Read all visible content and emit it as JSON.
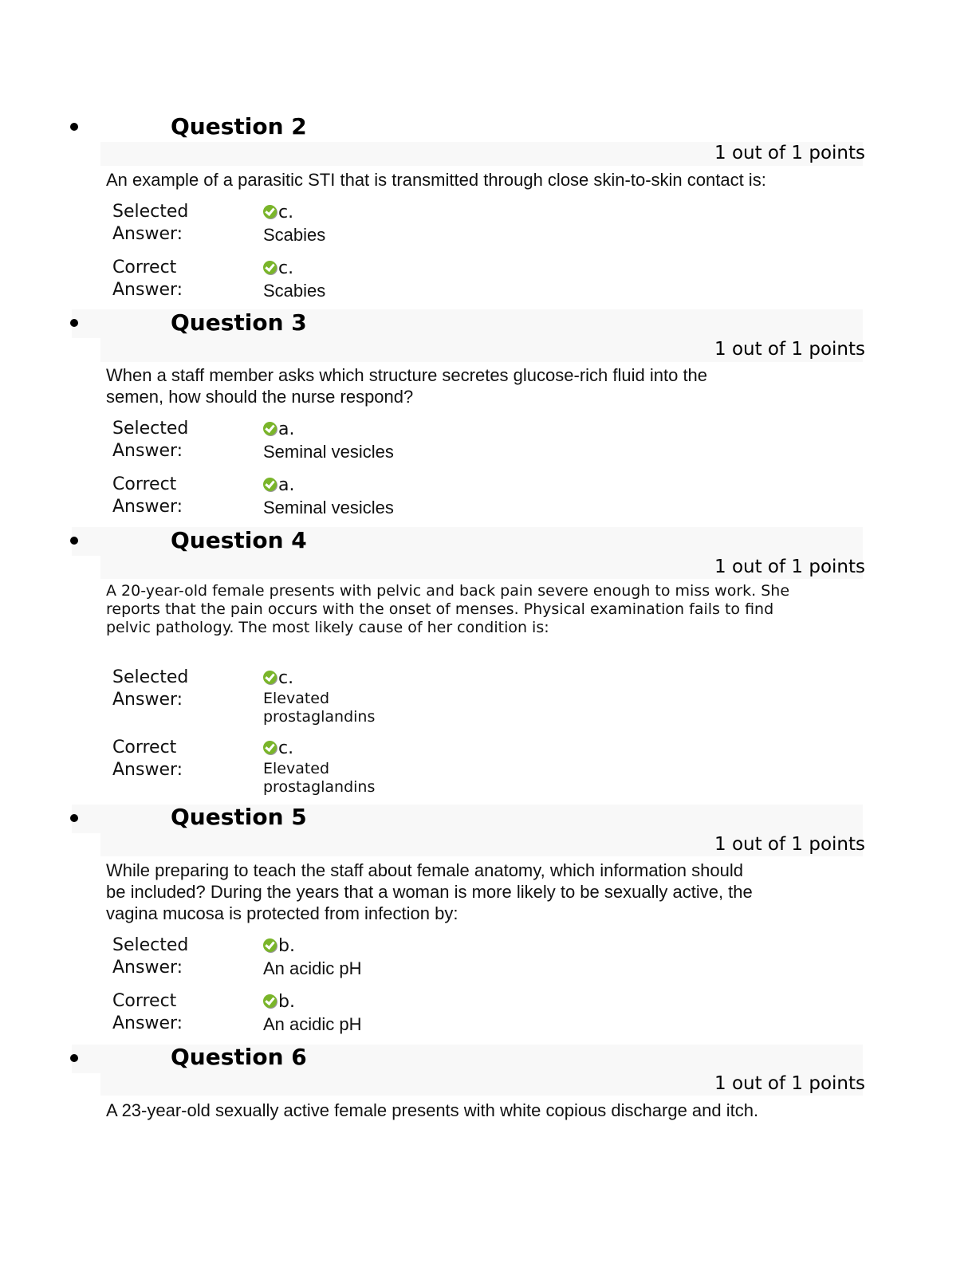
{
  "questions": [
    {
      "title": "Question 2",
      "points": "1 out of 1 points",
      "text": "An example of a parasitic STI that is transmitted through close skin-to-skin contact is:",
      "selected_label_1": "Selected",
      "selected_label_2": "Answer:",
      "selected_letter": "c.",
      "selected_answer": "Scabies",
      "correct_label_1": "Correct",
      "correct_label_2": "Answer:",
      "correct_letter": "c.",
      "correct_answer": "Scabies",
      "selected_icon": "check-circle-icon",
      "correct_icon": "check-circle-icon"
    },
    {
      "title": "Question 3",
      "points": "1 out of 1 points",
      "text_line_1": "When a staff member asks which structure secretes glucose-rich fluid into the",
      "text_line_2": "semen, how should the nurse respond?",
      "selected_label_1": "Selected",
      "selected_label_2": "Answer:",
      "selected_letter": "a.",
      "selected_answer": "Seminal vesicles",
      "correct_label_1": "Correct",
      "correct_label_2": "Answer:",
      "correct_letter": "a.",
      "correct_answer": "Seminal vesicles"
    },
    {
      "title": "Question 4",
      "points": "1 out of 1 points",
      "text_line_1": "A 20-year-old female presents with pelvic and back pain severe enough to miss work. She",
      "text_line_2": "reports that the pain occurs with the onset of menses. Physical examination fails to find",
      "text_line_3": "pelvic pathology. The most likely cause of her condition is:",
      "selected_label_1": "Selected",
      "selected_label_2": "Answer:",
      "selected_letter": "c.",
      "selected_answer_line_1": "Elevated",
      "selected_answer_line_2": "prostaglandins",
      "correct_label_1": "Correct",
      "correct_label_2": "Answer:",
      "correct_letter": "c.",
      "correct_answer_line_1": "Elevated",
      "correct_answer_line_2": "prostaglandins"
    },
    {
      "title": "Question 5",
      "points": "1 out of 1 points",
      "text_line_1": "While preparing to teach the staff about female anatomy, which information should",
      "text_line_2": "be included? During the years that a woman is more likely to be sexually active, the",
      "text_line_3": "vagina mucosa is protected from infection by:",
      "selected_label_1": "Selected",
      "selected_label_2": "Answer:",
      "selected_letter": "b.",
      "selected_answer": "An acidic pH",
      "correct_label_1": "Correct",
      "correct_label_2": "Answer:",
      "correct_letter": "b.",
      "correct_answer": "An acidic pH"
    },
    {
      "title": "Question 6",
      "points": "1 out of 1 points",
      "text": "A 23-year-old sexually active female presents with white copious discharge and itch."
    }
  ],
  "colors": {
    "band_bg": "#f8f8f8",
    "check_green": "#7ab52a"
  }
}
